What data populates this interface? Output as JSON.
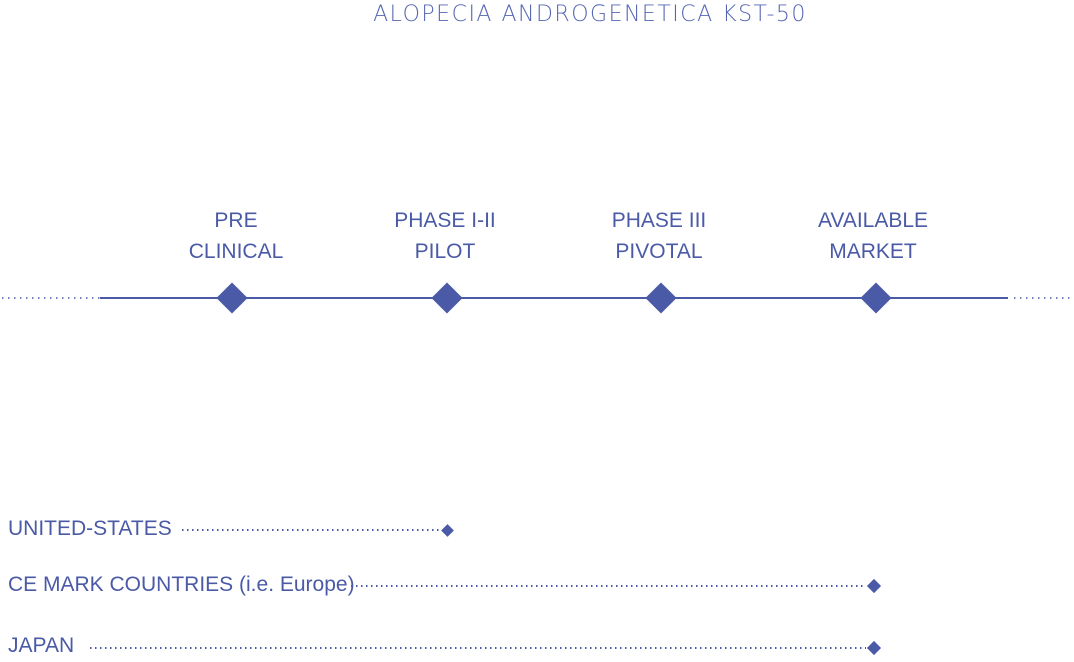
{
  "title": "ALOPECIA ANDROGENETICA KST-50",
  "phases": [
    {
      "line1": "PRE",
      "line2": "CLINICAL"
    },
    {
      "line1": "PHASE I-II",
      "line2": "PILOT"
    },
    {
      "line1": "PHASE III",
      "line2": "PIVOTAL"
    },
    {
      "line1": "AVAILABLE",
      "line2": "MARKET"
    }
  ],
  "markets": [
    {
      "name": "UNITED-STATES",
      "reached_phase_index": 1
    },
    {
      "name": "CE MARK COUNTRIES (i.e. Europe)",
      "reached_phase_index": 3
    },
    {
      "name": "JAPAN",
      "reached_phase_index": 3
    }
  ],
  "colors": {
    "primary": "#4a5aa6",
    "title": "#5566b3"
  }
}
